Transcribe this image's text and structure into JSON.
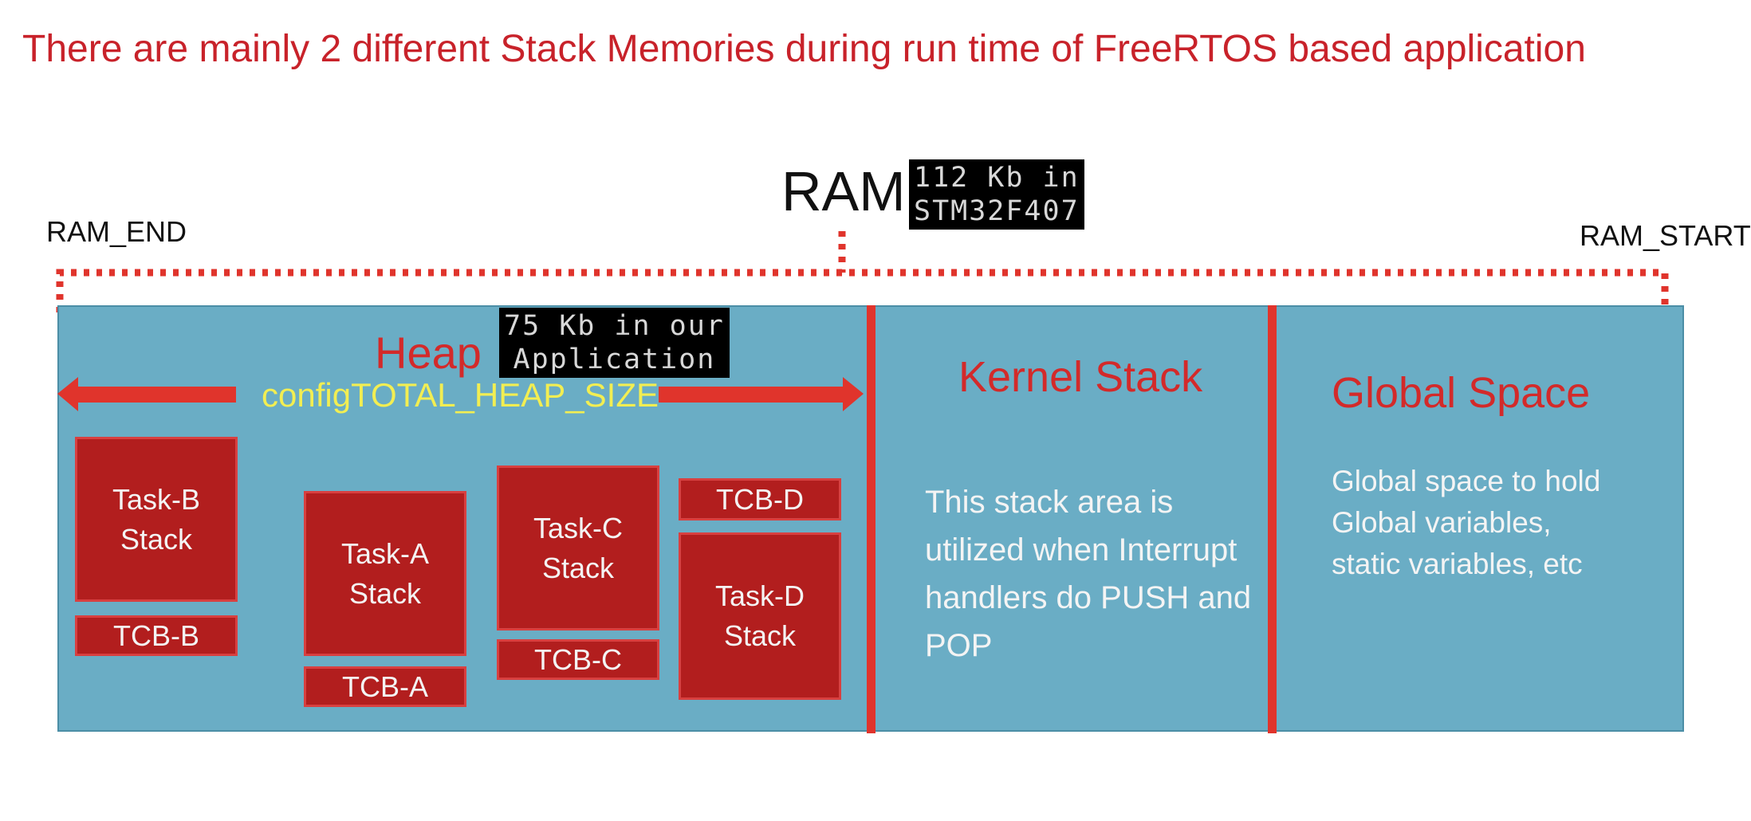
{
  "headline": "There are mainly 2 different Stack Memories during run time of FreeRTOS based application",
  "ram": {
    "title": "RAM",
    "note": "112 Kb in\nSTM32F407",
    "end_label": "RAM_END",
    "start_label": "RAM_START"
  },
  "heap": {
    "title": "Heap",
    "note": "75 Kb in our\nApplication",
    "size_label": "configTOTAL_HEAP_SIZE",
    "blocks": {
      "task_b_stack": "Task-B\nStack",
      "tcb_b": "TCB-B",
      "task_a_stack": "Task-A\nStack",
      "tcb_a": "TCB-A",
      "task_c_stack": "Task-C\nStack",
      "tcb_c": "TCB-C",
      "tcb_d": "TCB-D",
      "task_d_stack": "Task-D\nStack"
    }
  },
  "kernel_stack": {
    "title": "Kernel Stack",
    "description": "This stack area is utilized when Interrupt handlers do PUSH and POP"
  },
  "global_space": {
    "title": "Global Space",
    "description": "Global space to hold Global variables, static variables, etc"
  },
  "colors": {
    "accent_red": "#c8222a",
    "ram_fill": "#6aadc5",
    "block_fill": "#b21e1e",
    "heap_size_text": "#f2ee52"
  }
}
